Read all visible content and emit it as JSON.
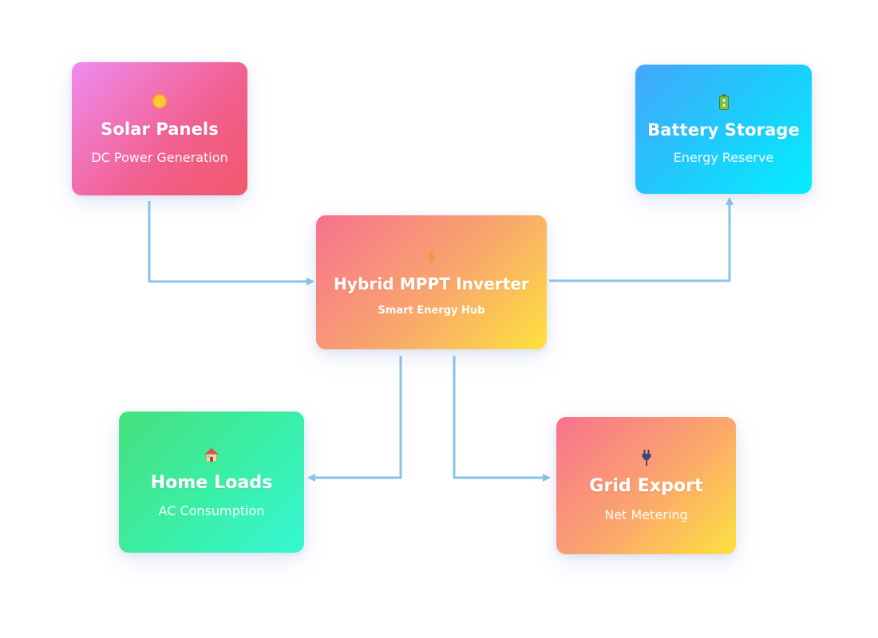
{
  "diagram": {
    "nodes": {
      "solar": {
        "icon": "sun-icon",
        "title": "Solar Panels",
        "subtitle": "DC Power Generation"
      },
      "battery": {
        "icon": "battery-icon",
        "title": "Battery Storage",
        "subtitle": "Energy Reserve"
      },
      "inverter": {
        "icon": "lightning-icon",
        "title": "Hybrid MPPT Inverter",
        "subtitle": "Smart Energy Hub"
      },
      "home": {
        "icon": "house-icon",
        "title": "Home Loads",
        "subtitle": "AC Consumption"
      },
      "grid": {
        "icon": "power-plug-icon",
        "title": "Grid Export",
        "subtitle": "Net Metering"
      }
    },
    "edges": [
      {
        "from": "solar",
        "to": "inverter"
      },
      {
        "from": "inverter",
        "to": "battery"
      },
      {
        "from": "inverter",
        "to": "home"
      },
      {
        "from": "inverter",
        "to": "grid"
      }
    ],
    "colors": {
      "connector": "#86c5e8",
      "solar_gradient": [
        "#f08bf0",
        "#f2576a"
      ],
      "battery_gradient": [
        "#45a6fb",
        "#05eefe"
      ],
      "inverter_gradient": [
        "#f6718e",
        "#fde23e"
      ],
      "home_gradient": [
        "#46e07e",
        "#35f7d4"
      ],
      "grid_gradient": [
        "#f8728e",
        "#fde23e"
      ]
    }
  }
}
